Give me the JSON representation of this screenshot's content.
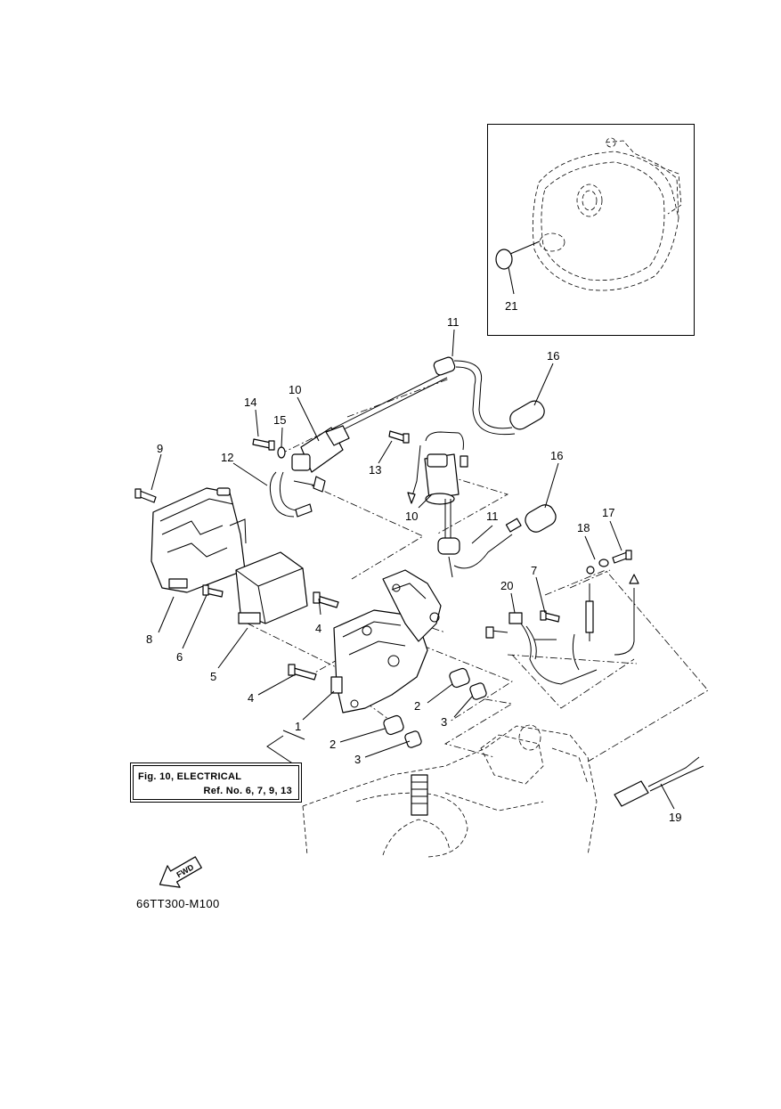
{
  "callouts": {
    "c1": "1",
    "c2a": "2",
    "c2b": "2",
    "c3a": "3",
    "c3b": "3",
    "c4a": "4",
    "c4b": "4",
    "c5": "5",
    "c6": "6",
    "c7": "7",
    "c8": "8",
    "c9": "9",
    "c10a": "10",
    "c10b": "10",
    "c11a": "11",
    "c11b": "11",
    "c12": "12",
    "c13": "13",
    "c14": "14",
    "c15": "15",
    "c16a": "16",
    "c16b": "16",
    "c17": "17",
    "c18": "18",
    "c19": "19",
    "c20": "20",
    "c21": "21"
  },
  "reference_box": {
    "line1": "Fig. 10, ELECTRICAL",
    "line2": "Ref. No. 6, 7, 9, 13"
  },
  "fwd_label": "FWD",
  "drawing_id": "66TT300-M100"
}
